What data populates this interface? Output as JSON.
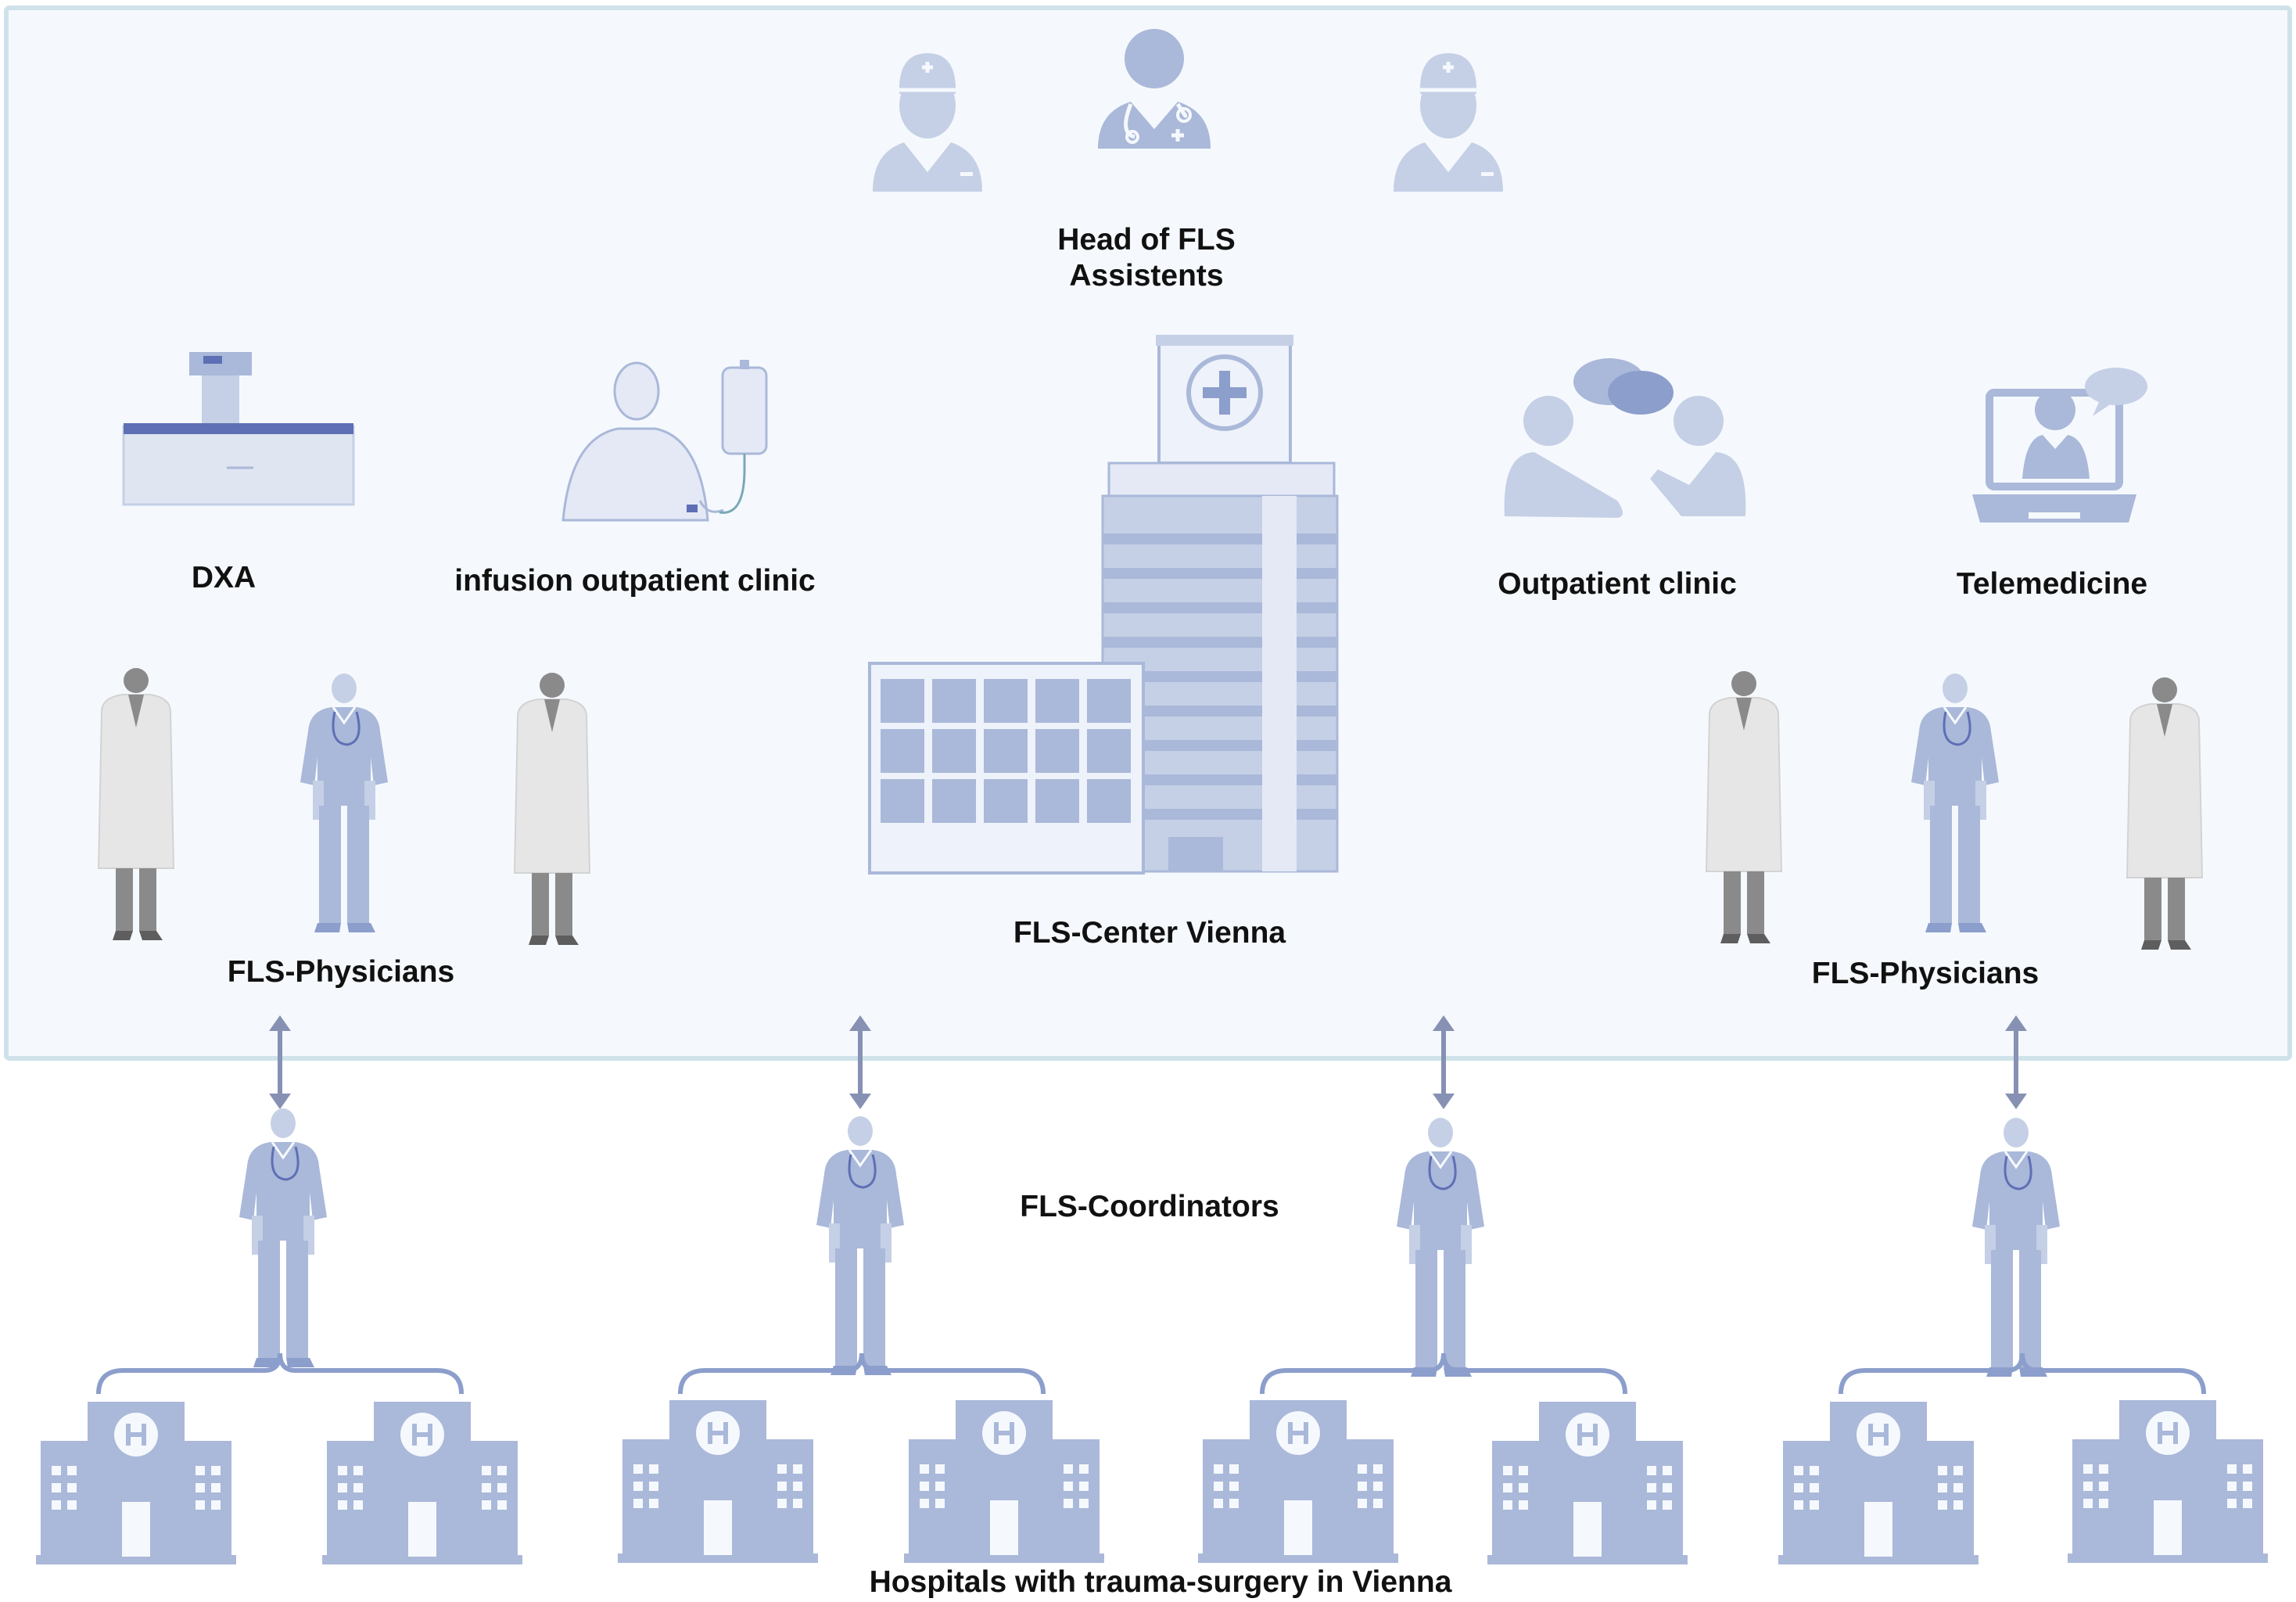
{
  "colors": {
    "panel_fill": "#f5f9fd",
    "panel_border": "#cfe2ea",
    "icon_light": "#c5d0e6",
    "icon_main": "#aab8d9",
    "icon_dark": "#8c9ecb",
    "icon_deep": "#5e6fb5",
    "arrow": "#8691b3",
    "coat": "#e6e6e6",
    "gray_figure": "#8a8a8a",
    "dark_figure": "#5e5e5e",
    "text": "#111111"
  },
  "labels": {
    "head_line1": "Head of FLS",
    "head_line2": "Assistents",
    "dxa": "DXA",
    "infusion": "infusion outpatient clinic",
    "outpatient": "Outpatient clinic",
    "telemedicine": "Telemedicine",
    "physicians_left": "FLS-Physicians",
    "center": "FLS-Center Vienna",
    "physicians_right": "FLS-Physicians",
    "coordinators": "FLS-Coordinators",
    "hospitals": "Hospitals with trauma-surgery in Vienna"
  }
}
